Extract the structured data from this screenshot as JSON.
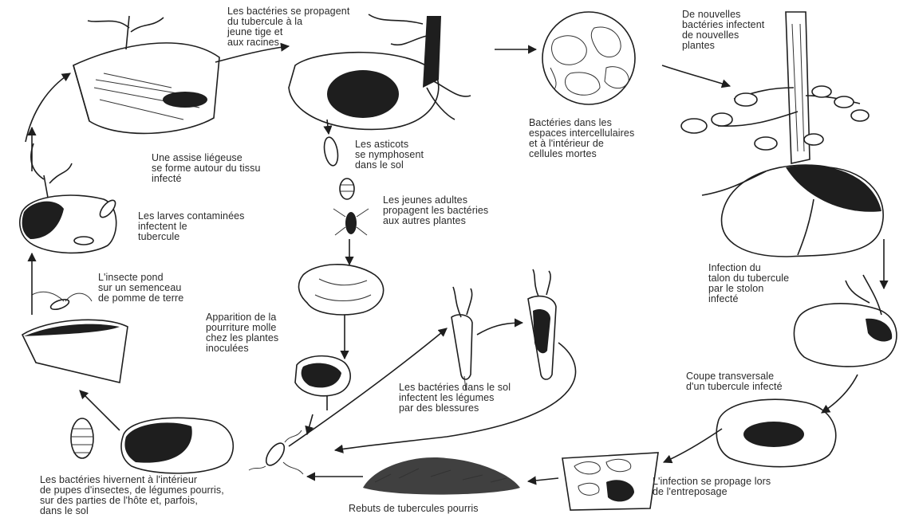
{
  "labels": {
    "bacteria_spread": "Les bactéries se propagent\ndu tubercule à la\njeune tige et\naux racines",
    "new_bacteria": "De nouvelles\nbactéries infectent\nde nouvelles\nplantes",
    "intercellular": "Bactéries dans les\nespaces intercellulaires\net à l'intérieur de\ncellules mortes",
    "cork_layer": "Une assise liégeuse\nse forme autour du tissu\ninfecté",
    "maggots": "Les asticots\nse nymphosent\ndans le sol",
    "young_adults": "Les jeunes adultes\npropagent les bactéries\naux autres plantes",
    "larvae": "Les larves contaminées\ninfectent le\ntubercule",
    "insect_lays": "L'insecte pond\nsur un semenceau\nde pomme de terre",
    "soft_rot": "Apparition de la\npourriture molle\nchez les plantes\ninoculées",
    "heel_infection": "Infection du\ntalon du tubercule\npar le stolon\ninfecté",
    "cross_section": "Coupe transversale\nd'un tubercule infecté",
    "soil_bacteria": "Les bactéries dans le sol\ninfectent les légumes\npar des blessures",
    "overwinter": "Les bactéries hivernent à l'intérieur\nde pupes d'insectes, de légumes pourris,\nsur des parties de l'hôte et, parfois,\ndans le sol",
    "storage": "L'infection se propage lors\nde l'entreposage",
    "culls": "Rebuts de tubercules pourris"
  },
  "colors": {
    "ink": "#1e1e1e",
    "text": "#2a2a2a",
    "background": "#ffffff"
  }
}
